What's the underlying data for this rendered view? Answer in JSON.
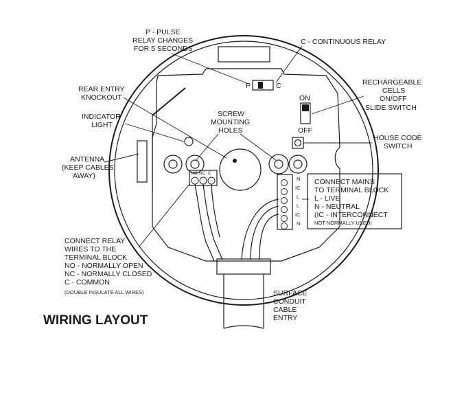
{
  "title": "WIRING LAYOUT",
  "callouts": {
    "pulse": [
      "P - PULSE",
      "RELAY CHANGES",
      "FOR 5 SECONDS"
    ],
    "continuous": "C - CONTINUOUS RELAY",
    "rear_entry": [
      "REAR ENTRY",
      "KNOCKOUT"
    ],
    "indicator": [
      "INDICATOR",
      "LIGHT"
    ],
    "screw_holes": [
      "SCREW",
      "MOUNTING",
      "HOLES"
    ],
    "rechargeable": [
      "RECHARGEABLE",
      "CELLS",
      "ON/OFF",
      "SLIDE SWITCH"
    ],
    "house_code": [
      "HOUSE CODE",
      "SWITCH"
    ],
    "antenna": [
      "ANTENNA",
      "(KEEP CABLES",
      "AWAY)"
    ],
    "relay_wires": [
      "CONNECT RELAY",
      "WIRES TO THE",
      "TERMINAL BLOCK",
      "NO - NORMALLY OPEN",
      "NC - NORMALLY CLOSED",
      "C - COMMON"
    ],
    "relay_note": "(DOUBLE INSULATE ALL WIRES)",
    "mains": [
      "CONNECT MAINS",
      "TO TERMINAL BLOCK",
      "L - LIVE",
      "N - NEUTRAL",
      "(IC - INTERCONNECT"
    ],
    "mains_note": "NOT NORMALLY USED)",
    "conduit": [
      "SURFACE",
      "CONDUIT",
      "CABLE",
      "ENTRY"
    ]
  },
  "switch_labels": {
    "on": "ON",
    "off": "OFF",
    "p": "P",
    "c": "C"
  },
  "relay_terminals": [
    "NO",
    "NC",
    "C"
  ],
  "mains_terminals": [
    "N",
    "IC",
    "L",
    "L",
    "IC",
    "N"
  ]
}
